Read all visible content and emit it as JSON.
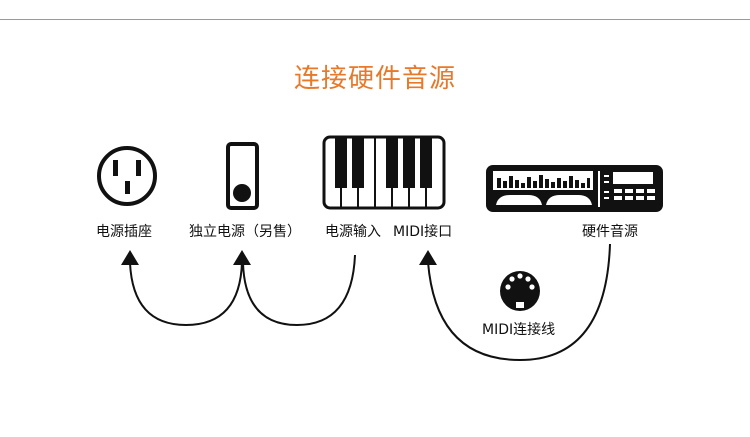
{
  "title": "连接硬件音源",
  "labels": {
    "power_outlet": "电源插座",
    "power_adapter": "独立电源（另售）",
    "power_input": "电源输入",
    "midi_port": "MIDI接口",
    "hardware_synth": "硬件音源",
    "midi_cable": "MIDI连接线"
  },
  "colors": {
    "title": "#e8782a",
    "line": "#111111"
  },
  "icons": [
    "power-outlet-icon",
    "power-adapter-icon",
    "keyboard-icon",
    "hardware-synth-icon",
    "midi-connector-icon"
  ]
}
